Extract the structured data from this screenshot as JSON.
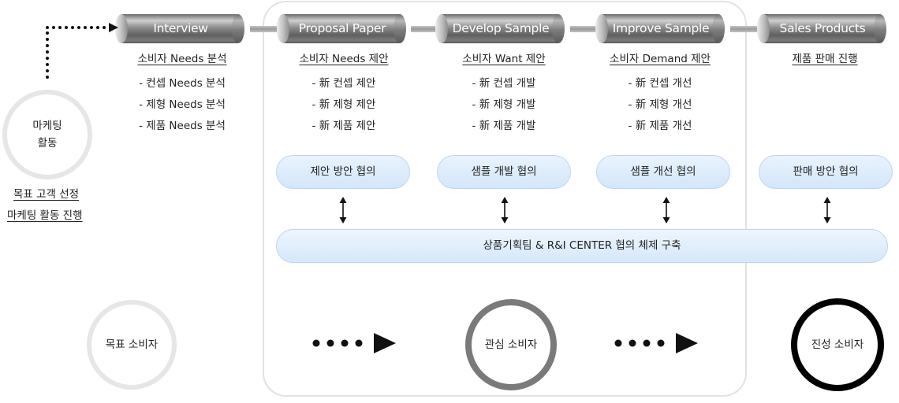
{
  "stages": [
    {
      "label": "Interview"
    },
    {
      "label": "Proposal Paper"
    },
    {
      "label": "Develop Sample"
    },
    {
      "label": "Improve Sample"
    },
    {
      "label": "Sales Products"
    }
  ],
  "columns": [
    {
      "title": "소비자 Needs 분석",
      "items": [
        "- 컨셉 Needs 분석",
        "- 제형 Needs 분석",
        "- 제품 Needs 분석"
      ]
    },
    {
      "title": "소비자 Needs 제안",
      "items": [
        "- 新 컨셉 제안",
        "- 新 제형 제안",
        "- 新 제품 제안"
      ]
    },
    {
      "title": "소비자 Want 제안",
      "items": [
        "- 新 컨셉 개발",
        "- 新 제형 개발",
        "- 新 제품 개발"
      ]
    },
    {
      "title": "소비자 Demand 제안",
      "items": [
        "- 新 컨셉 개선",
        "- 新 제형 개선",
        "- 新 제품 개선"
      ]
    },
    {
      "title": "제품 판매 진행",
      "items": []
    }
  ],
  "consultations": [
    "제안 방안 협의",
    "샘플 개발 협의",
    "샘플 개선 협의",
    "판매 방안 협의"
  ],
  "collaboration": "상품기획팀 & R&I CENTER 협의 체제 구축",
  "marketing": {
    "circle_line1": "마케팅",
    "circle_line2": "활동",
    "note_line1": "목표 고객 선정",
    "note_line2": "마케팅 활동 진행"
  },
  "consumers": {
    "target": "목표 소비자",
    "interested": "관심 소비자",
    "loyal": "진성 소비자"
  },
  "colors": {
    "tube_text": "#ffffff",
    "pill_fill": "#dceafa",
    "pill_border": "#bcd6ee",
    "target_ring": "#e6e6e6",
    "interested_ring": "#7a7a7a",
    "loyal_ring": "#000000",
    "frame_border": "#e2e2e2"
  }
}
